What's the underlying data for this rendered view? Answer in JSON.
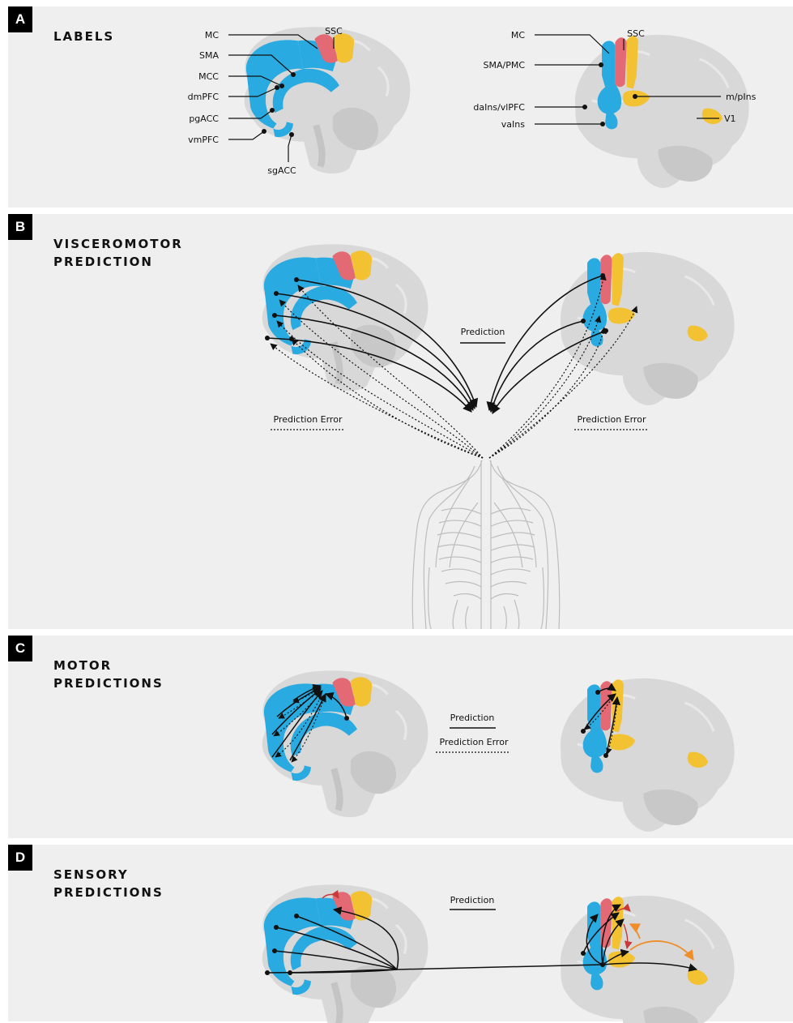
{
  "colors": {
    "blue": "#29aae1",
    "red": "#e36a74",
    "yellow": "#f2c233",
    "orange": "#f08c2a",
    "brain": "#d3d3d3",
    "brain_light": "#e2e2e2",
    "panel_bg": "#efefef"
  },
  "panels": {
    "a": {
      "letter": "A",
      "title": "LABELS"
    },
    "b": {
      "letter": "B",
      "title_line1": "VISCEROMOTOR",
      "title_line2": "PREDICTION"
    },
    "c": {
      "letter": "C",
      "title_line1": "MOTOR",
      "title_line2": "PREDICTIONS"
    },
    "d": {
      "letter": "D",
      "title_line1": "SENSORY",
      "title_line2": "PREDICTIONS"
    }
  },
  "labels_medial": {
    "mc": "MC",
    "ssc": "SSC",
    "sma": "SMA",
    "mcc": "MCC",
    "dmpfc": "dmPFC",
    "pgacc": "pgACC",
    "vmpfc": "vmPFC",
    "sgacc": "sgACC"
  },
  "labels_lateral": {
    "mc": "MC",
    "ssc": "SSC",
    "sma_pmc": "SMA/PMC",
    "m_pins": "m/pIns",
    "dains_vlpfc": "daIns/vlPFC",
    "vains": "vaIns",
    "v1": "V1"
  },
  "legend": {
    "b_prediction": "Prediction",
    "b_error_left": "Prediction Error",
    "b_error_right": "Prediction Error",
    "c_prediction": "Prediction",
    "c_error": "Prediction Error",
    "d_prediction": "Prediction"
  }
}
